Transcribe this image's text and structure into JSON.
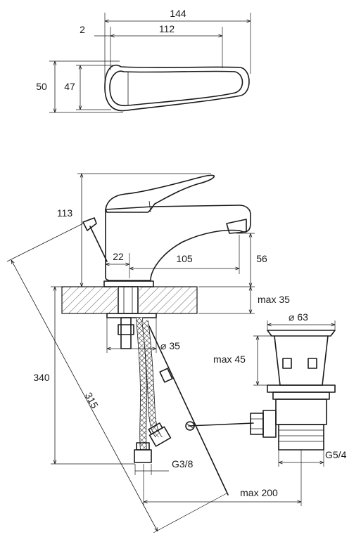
{
  "drawing": {
    "top_view": {
      "overall_width": "144",
      "handle_offset": "2",
      "handle_length": "112",
      "overall_height": "50",
      "handle_height": "47"
    },
    "side_view": {
      "height_113": "113",
      "spout_base_offset": "22",
      "spout_reach": "105",
      "spout_height": "56",
      "deck_thickness": "max 35",
      "hole_diameter": "⌀ 35",
      "total_height": "340",
      "rod_length": "315",
      "hose_thread": "G3/8",
      "rod_reach": "max 200"
    },
    "waste": {
      "diameter": "⌀ 63",
      "depth": "max 45",
      "thread": "G5/4"
    }
  }
}
